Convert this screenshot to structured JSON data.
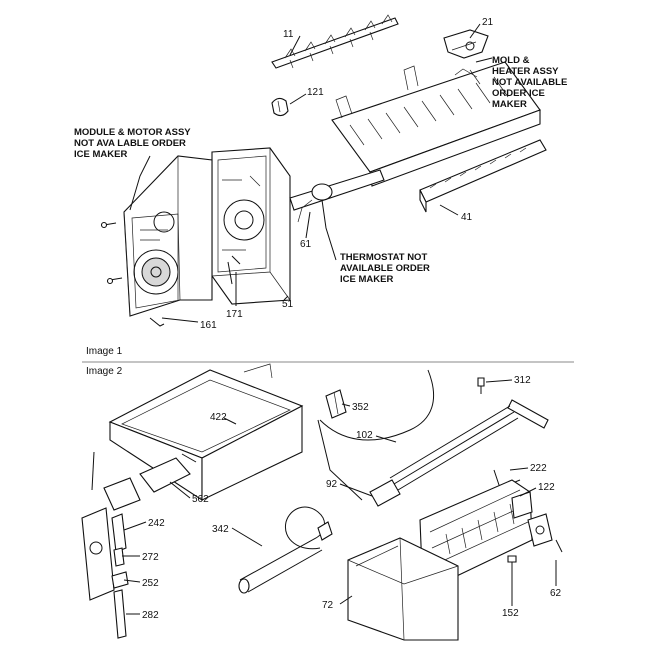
{
  "images": [
    {
      "caption": "Image 1",
      "notes": {
        "module": [
          "MODULE & MOTOR ASSY",
          "NOT AVA LABLE ORDER",
          "ICE MAKER"
        ],
        "mold": [
          "MOLD &",
          "HEATER ASSY",
          "NOT AVAILABLE",
          "ORDER ICE",
          "MAKER"
        ],
        "thermostat": [
          "THERMOSTAT NOT",
          "AVAILABLE ORDER",
          "ICE MAKER"
        ]
      },
      "callouts": [
        "11",
        "21",
        "121",
        "41",
        "61",
        "51",
        "171",
        "161"
      ]
    },
    {
      "caption": "Image 2",
      "callouts": [
        "312",
        "352",
        "422",
        "102",
        "222",
        "92",
        "122",
        "562",
        "242",
        "342",
        "272",
        "252",
        "282",
        "72",
        "152",
        "62"
      ]
    }
  ]
}
